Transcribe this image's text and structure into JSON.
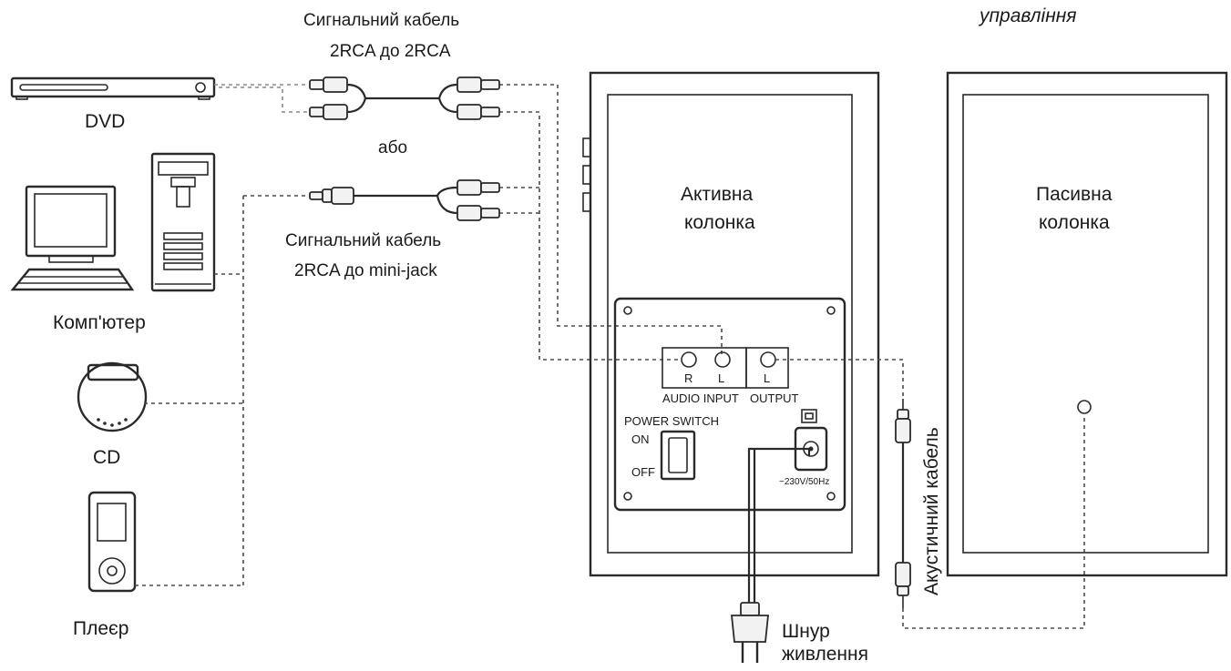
{
  "labels": {
    "header_partial": "управління",
    "rca_cable_line1": "Сигнальний кабель",
    "rca_cable_line2": "2RCA до 2RCA",
    "or": "або",
    "minijack_cable_line1": "Сигнальний  кабель",
    "minijack_cable_line2": "2RCA до mini-jack",
    "active_line1": "Активна",
    "active_line2": "колонка",
    "passive_line1": "Пасивна",
    "passive_line2": "колонка",
    "acoustic_cable": "Акустичний кабель",
    "power_cord_line1": "Шнур",
    "power_cord_line2": "живлення"
  },
  "devices": {
    "dvd": "DVD",
    "computer": "Комп'ютер",
    "cd": "CD",
    "player": "Плеєр"
  },
  "panel": {
    "jack_r": "R",
    "jack_l": "L",
    "jack_out_l": "L",
    "audio_input": "AUDIO INPUT",
    "output": "OUTPUT",
    "power_switch": "POWER SWITCH",
    "on": "ON",
    "off": "OFF",
    "voltage": "~230V/50Hz"
  }
}
